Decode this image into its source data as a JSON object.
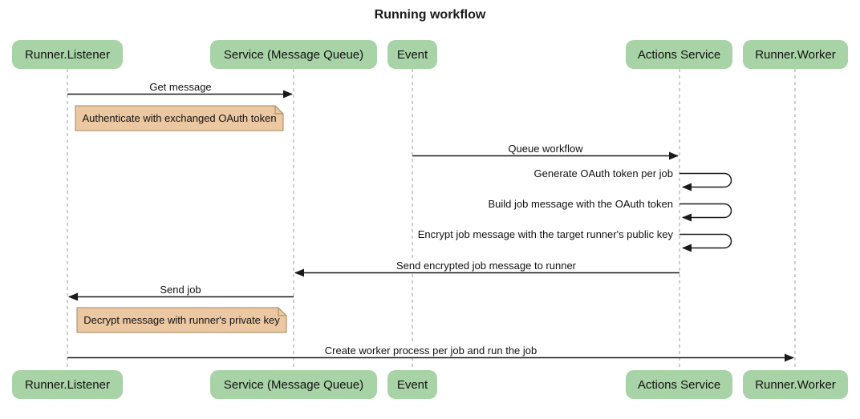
{
  "title": "Running workflow",
  "actors": [
    {
      "label": "Runner.Listener"
    },
    {
      "label": "Service (Message Queue)"
    },
    {
      "label": "Event"
    },
    {
      "label": "Actions Service"
    },
    {
      "label": "Runner.Worker"
    }
  ],
  "messages": [
    {
      "label": "Get message",
      "from": "Runner.Listener",
      "to": "Service (Message Queue)",
      "self": false
    },
    {
      "label": "Queue workflow",
      "from": "Event",
      "to": "Actions Service",
      "self": false
    },
    {
      "label": "Generate OAuth token per job",
      "from": "Actions Service",
      "to": "Actions Service",
      "self": true
    },
    {
      "label": "Build job message with the OAuth token",
      "from": "Actions Service",
      "to": "Actions Service",
      "self": true
    },
    {
      "label": "Encrypt job message with the target runner's public key",
      "from": "Actions Service",
      "to": "Actions Service",
      "self": true
    },
    {
      "label": "Send encrypted job message to runner",
      "from": "Actions Service",
      "to": "Service (Message Queue)",
      "self": false
    },
    {
      "label": "Send job",
      "from": "Service (Message Queue)",
      "to": "Runner.Listener",
      "self": false
    },
    {
      "label": "Create worker process per job and run the job",
      "from": "Runner.Listener",
      "to": "Runner.Worker",
      "self": false
    }
  ],
  "notes": [
    {
      "text": "Authenticate with exchanged OAuth token",
      "anchor": "Runner.Listener"
    },
    {
      "text": "Decrypt message with runner's private key",
      "anchor": "Runner.Listener"
    }
  ],
  "colors": {
    "actor_fill": "#a8d3a6",
    "note_fill": "#ebc8a2",
    "note_border": "#a6855f",
    "lifeline": "#9e9e9e",
    "line": "#1a1a1a"
  }
}
